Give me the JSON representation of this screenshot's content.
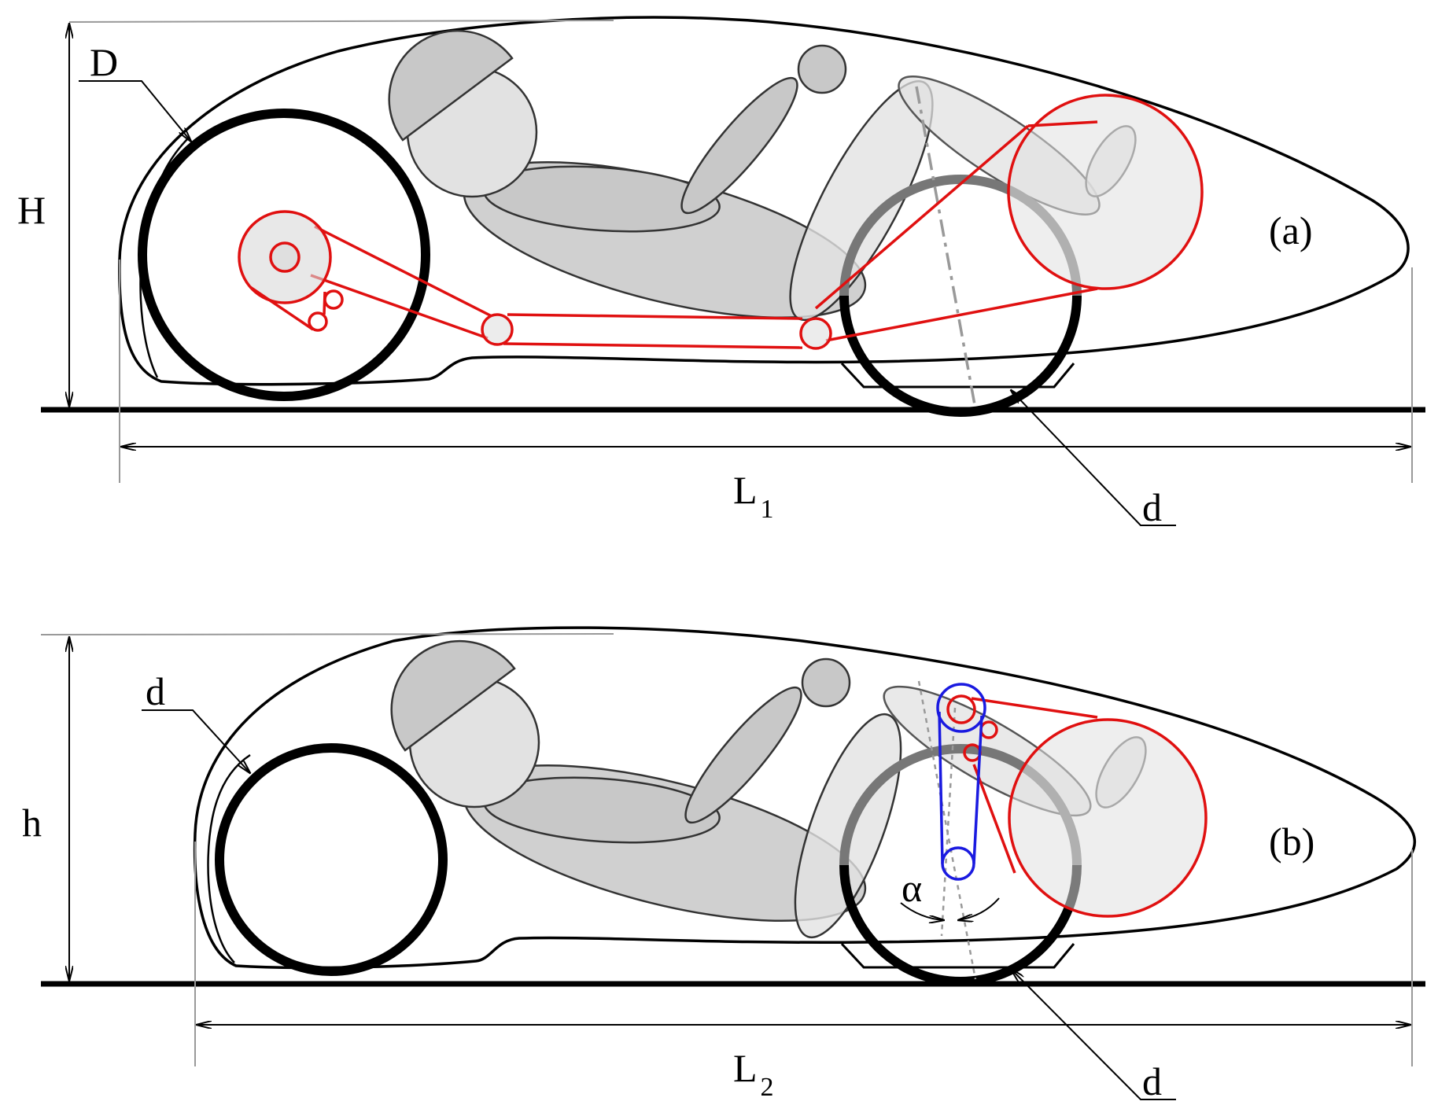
{
  "panels": [
    {
      "tag": "(a)",
      "height_label": "H",
      "length_label": "L",
      "length_sub": "1",
      "front_wheel_label": "D",
      "rear_wheel_label": "d"
    },
    {
      "tag": "(b)",
      "height_label": "h",
      "length_label": "L",
      "length_sub": "2",
      "front_wheel_label": "d",
      "rear_wheel_label": "d",
      "angle_label": "α"
    }
  ],
  "colors": {
    "outline": "#000000",
    "drivetrain": "#e01010",
    "linkage": "#1a1ae0",
    "rider_dark": "#c8c8c8",
    "rider_light": "#e2e2e2",
    "dim_line": "#999999"
  }
}
